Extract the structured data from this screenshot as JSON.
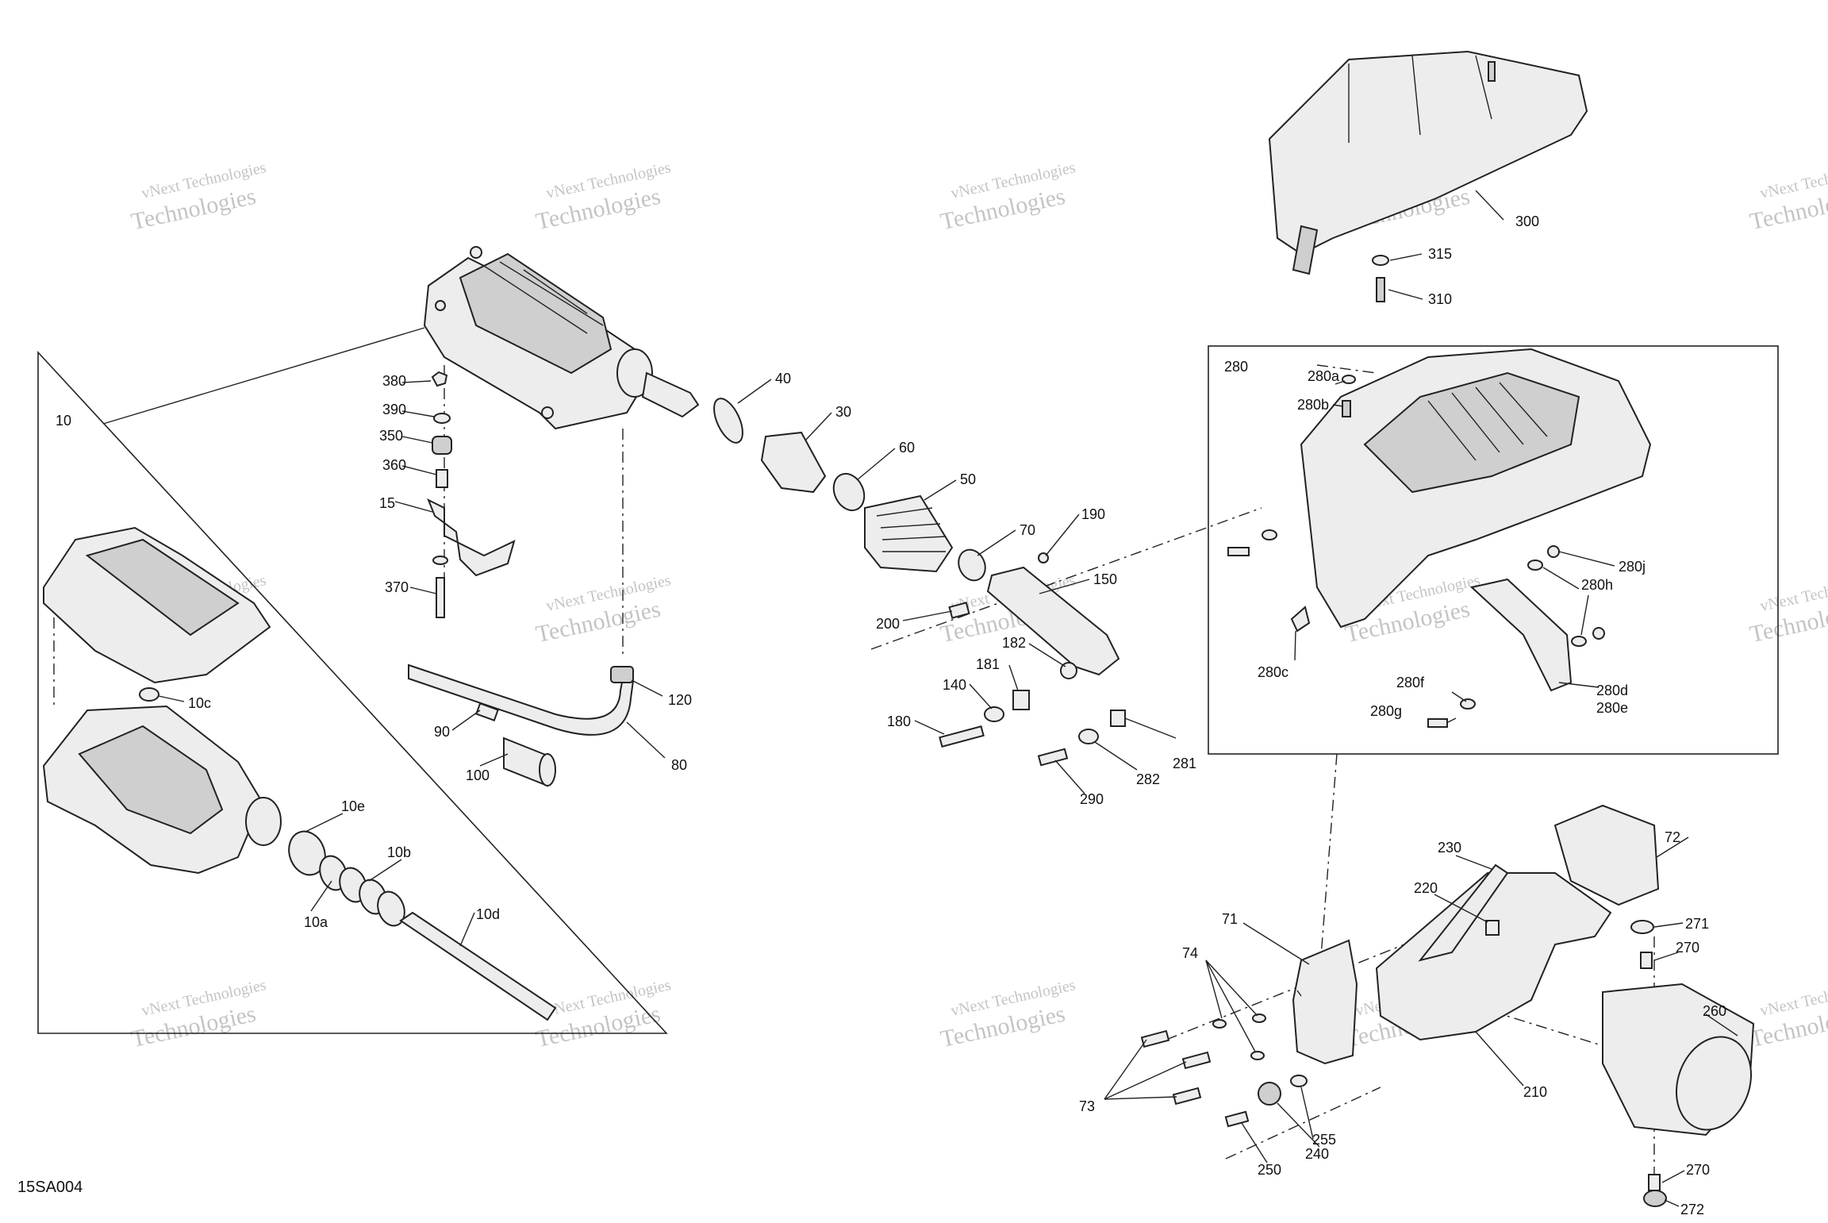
{
  "diagram": {
    "drawing_code": "15SA004",
    "watermark": {
      "line1": "vNext Technologies",
      "line2": "Technologies"
    },
    "callouts": {
      "c10": "10",
      "c10a": "10a",
      "c10b": "10b",
      "c10c": "10c",
      "c10d": "10d",
      "c10e": "10e",
      "c15": "15",
      "c30": "30",
      "c40": "40",
      "c50": "50",
      "c60": "60",
      "c70": "70",
      "c71": "71",
      "c72": "72",
      "c73": "73",
      "c74": "74",
      "c80": "80",
      "c90": "90",
      "c100": "100",
      "c120": "120",
      "c140": "140",
      "c150": "150",
      "c180": "180",
      "c181": "181",
      "c182": "182",
      "c190": "190",
      "c200": "200",
      "c210": "210",
      "c220": "220",
      "c230": "230",
      "c240": "240",
      "c250": "250",
      "c255": "255",
      "c260": "260",
      "c270a": "270",
      "c270b": "270",
      "c271": "271",
      "c272": "272",
      "c280": "280",
      "c280a": "280a",
      "c280b": "280b",
      "c280c": "280c",
      "c280d": "280d",
      "c280e": "280e",
      "c280f": "280f",
      "c280g": "280g",
      "c280h": "280h",
      "c280j": "280j",
      "c281": "281",
      "c282": "282",
      "c290": "290",
      "c300": "300",
      "c310": "310",
      "c315": "315",
      "c350": "350",
      "c360": "360",
      "c370": "370",
      "c380": "380",
      "c390": "390"
    }
  }
}
